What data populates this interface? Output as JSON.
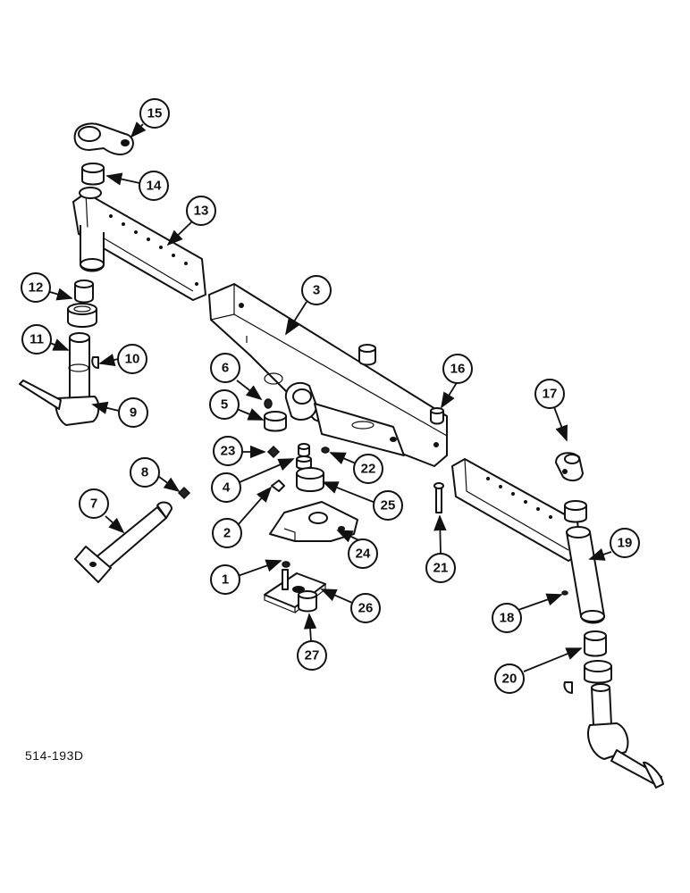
{
  "drawing": {
    "reference_code": "514-193D",
    "callouts": [
      "1",
      "2",
      "3",
      "4",
      "5",
      "6",
      "7",
      "8",
      "9",
      "10",
      "11",
      "12",
      "13",
      "14",
      "15",
      "16",
      "17",
      "18",
      "19",
      "20",
      "21",
      "22",
      "23",
      "24",
      "25",
      "26",
      "27"
    ]
  }
}
